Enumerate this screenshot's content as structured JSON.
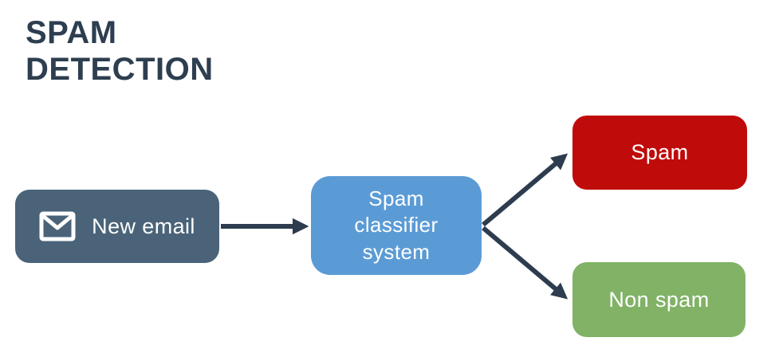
{
  "title": "SPAM DETECTION",
  "diagram": {
    "nodes": {
      "new_email": {
        "label": "New email",
        "icon": "envelope-icon",
        "color": "#4a6378"
      },
      "classifier": {
        "label": "Spam classifier system",
        "color": "#5b9bd5"
      },
      "spam": {
        "label": "Spam",
        "color": "#c00b0b"
      },
      "non_spam": {
        "label": "Non spam",
        "color": "#81b266"
      }
    },
    "edges": [
      {
        "from": "new_email",
        "to": "classifier"
      },
      {
        "from": "classifier",
        "to": "spam"
      },
      {
        "from": "classifier",
        "to": "non_spam"
      }
    ],
    "arrow_color": "#2d3c4e"
  },
  "colors": {
    "title_text": "#2d3e50",
    "node_text": "#ffffff",
    "background": "#ffffff"
  }
}
